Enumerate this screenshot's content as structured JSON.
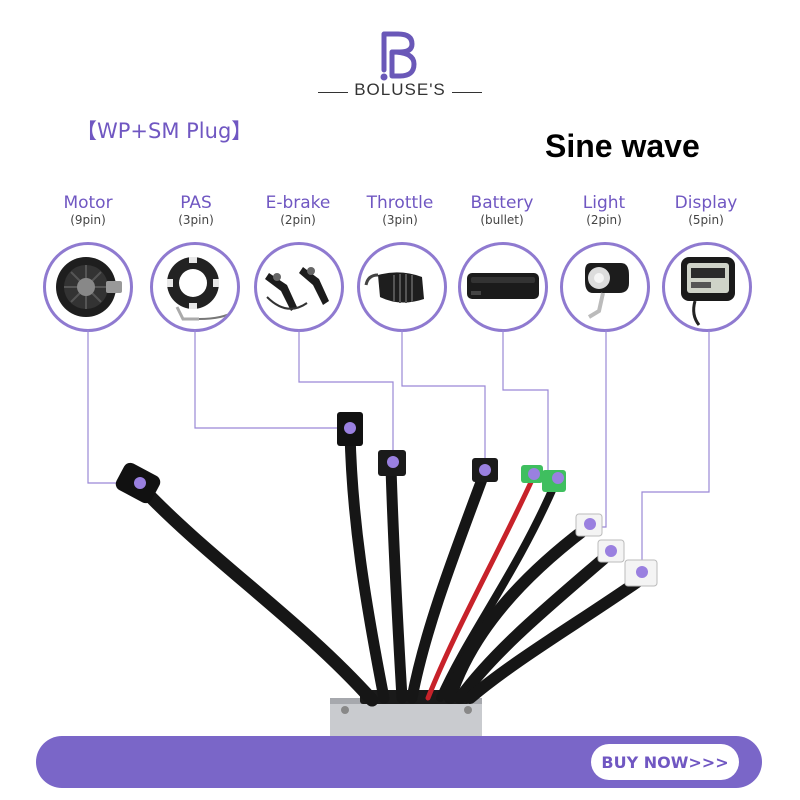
{
  "brand": {
    "name": "BOLUSE'S",
    "accent": "#7a66c8"
  },
  "subtitle": "【WP+SM Plug】",
  "headline": "Sine wave",
  "connectors": [
    {
      "name": "Motor",
      "pins": "(9pin)",
      "icon": "hub-motor-icon"
    },
    {
      "name": "PAS",
      "pins": "(3pin)",
      "icon": "pas-sensor-icon"
    },
    {
      "name": "E-brake",
      "pins": "(2pin)",
      "icon": "brake-lever-icon"
    },
    {
      "name": "Throttle",
      "pins": "(3pin)",
      "icon": "thumb-throttle-icon"
    },
    {
      "name": "Battery",
      "pins": "(bullet)",
      "icon": "battery-pack-icon"
    },
    {
      "name": "Light",
      "pins": "(2pin)",
      "icon": "headlight-icon"
    },
    {
      "name": "Display",
      "pins": "(5pin)",
      "icon": "lcd-display-icon"
    }
  ],
  "cta": {
    "label": "BUY NOW>>>"
  }
}
